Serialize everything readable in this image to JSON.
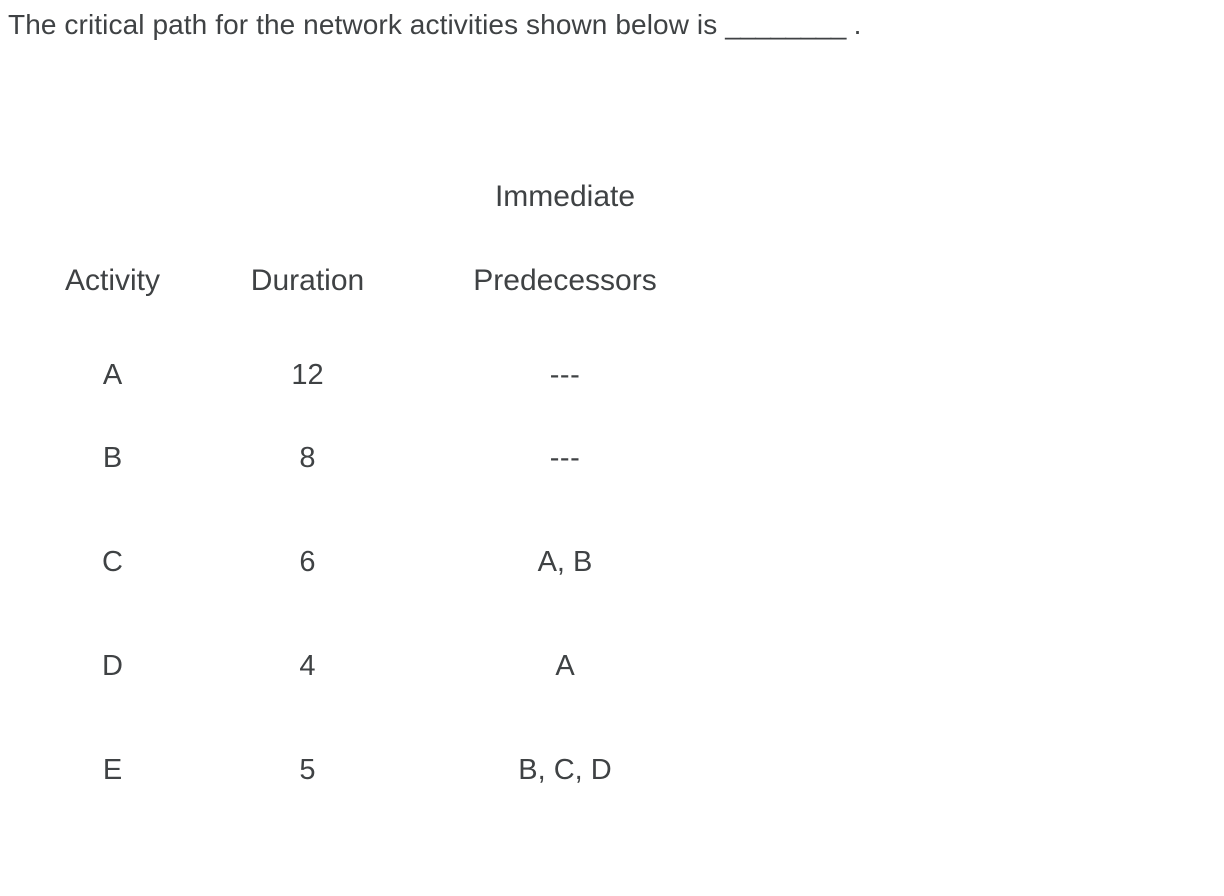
{
  "question": {
    "text_before_blank": "The critical path for the network activities shown below is ",
    "blank": "________",
    "text_after_blank": " .",
    "full_text": "The critical path for the network activities shown below is ________ ."
  },
  "table": {
    "headers": {
      "activity": "Activity",
      "duration": "Duration",
      "predecessors_line1": "Immediate",
      "predecessors_line2": "Predecessors"
    },
    "rows": [
      {
        "activity": "A",
        "duration": "12",
        "predecessors": "---"
      },
      {
        "activity": "B",
        "duration": "8",
        "predecessors": "---"
      },
      {
        "activity": "C",
        "duration": "6",
        "predecessors": "A, B"
      },
      {
        "activity": "D",
        "duration": "4",
        "predecessors": "A"
      },
      {
        "activity": "E",
        "duration": "5",
        "predecessors": "B, C, D"
      }
    ]
  },
  "colors": {
    "text": "#3f4244",
    "background": "#ffffff"
  }
}
